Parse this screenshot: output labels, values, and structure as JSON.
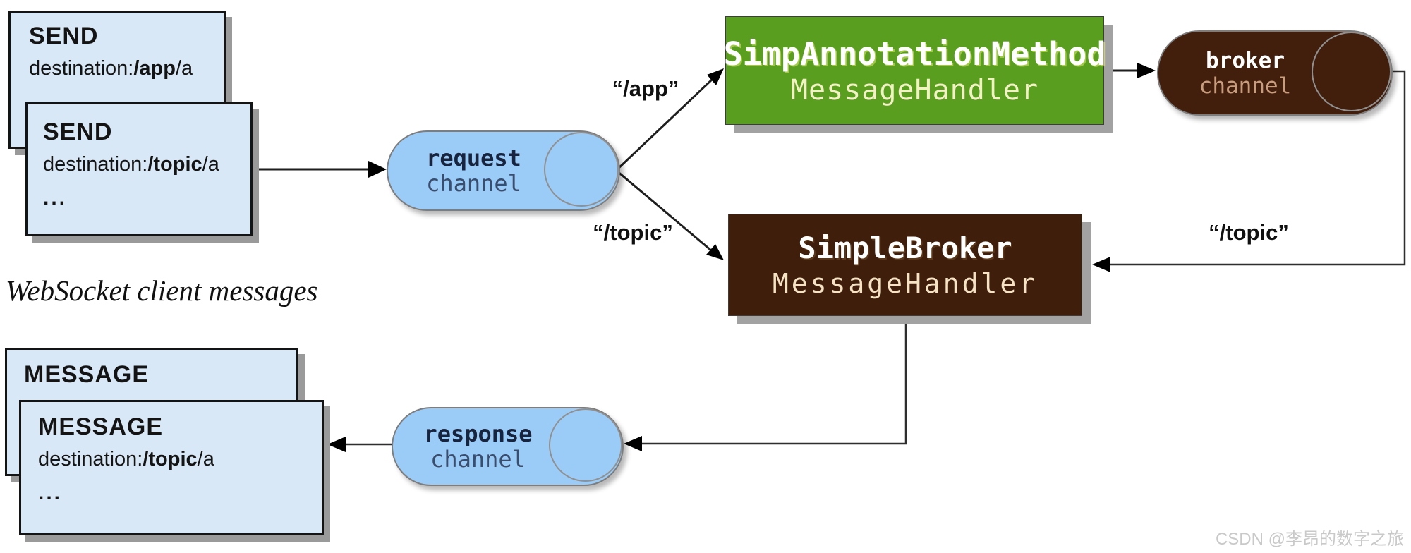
{
  "diagram": {
    "caption": "WebSocket client messages",
    "watermark": "CSDN @李昂的数字之旅",
    "routes": {
      "app": "“/app”",
      "topic_left": "“/topic”",
      "topic_right": "“/topic”"
    },
    "notes": {
      "send_back": {
        "title": "SEND",
        "dest_prefix": "destination:",
        "dest_highlight": "/app",
        "dest_suffix": "/a"
      },
      "send_front": {
        "title": "SEND",
        "dest_prefix": "destination:",
        "dest_highlight": "/topic",
        "dest_suffix": "/a",
        "more": "..."
      },
      "message_back": {
        "title": "MESSAGE"
      },
      "message_front": {
        "title": "MESSAGE",
        "dest_prefix": "destination:",
        "dest_highlight": "/topic",
        "dest_suffix": "/a",
        "more": "..."
      }
    },
    "channels": {
      "request": {
        "name": "request",
        "kind": "channel"
      },
      "response": {
        "name": "response",
        "kind": "channel"
      },
      "broker": {
        "name": "broker",
        "kind": "channel"
      }
    },
    "handlers": {
      "annotation": {
        "line1": "SimpAnnotationMethod",
        "line2": "MessageHandler"
      },
      "simple_broker": {
        "line1": "SimpleBroker",
        "line2": "MessageHandler"
      }
    },
    "colors": {
      "note_fill": "#d9e8f6",
      "channel_fill": "#9bcbf7",
      "annotation_fill": "#5a9e20",
      "broker_fill": "#421e0c",
      "handler_text": "#ffffff",
      "annotation_subtext": "#f2f2c4",
      "simple_broker_subtext": "#f5e3c4",
      "broker_channel_subtext": "#c89d7d",
      "channel_text": "#18243e"
    }
  }
}
